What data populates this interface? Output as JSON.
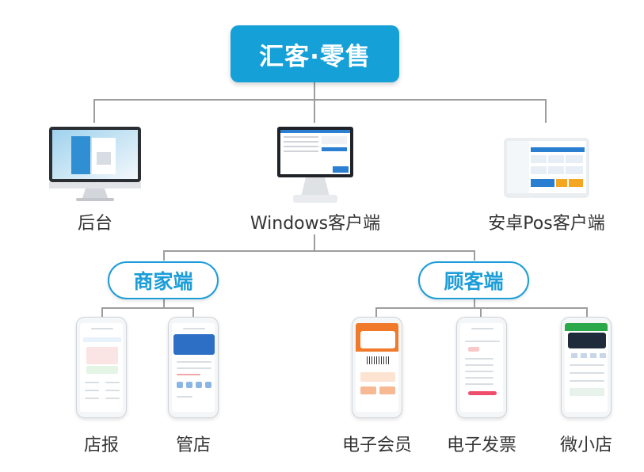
{
  "title": "汇客·零售",
  "terminals": {
    "backend": "后台",
    "windows": "Windows客户端",
    "android": "安卓Pos客户端"
  },
  "groups": {
    "merchant": "商家端",
    "customer": "顾客端"
  },
  "apps": {
    "daily_report": "店报",
    "manage_store": "管店",
    "e_member": "电子会员",
    "e_invoice": "电子发票",
    "micro_store": "微小店"
  },
  "colors": {
    "accent": "#16a0d8",
    "pill_border": "#1c9dd8",
    "connector": "#9d9d9d",
    "text": "#333333"
  }
}
